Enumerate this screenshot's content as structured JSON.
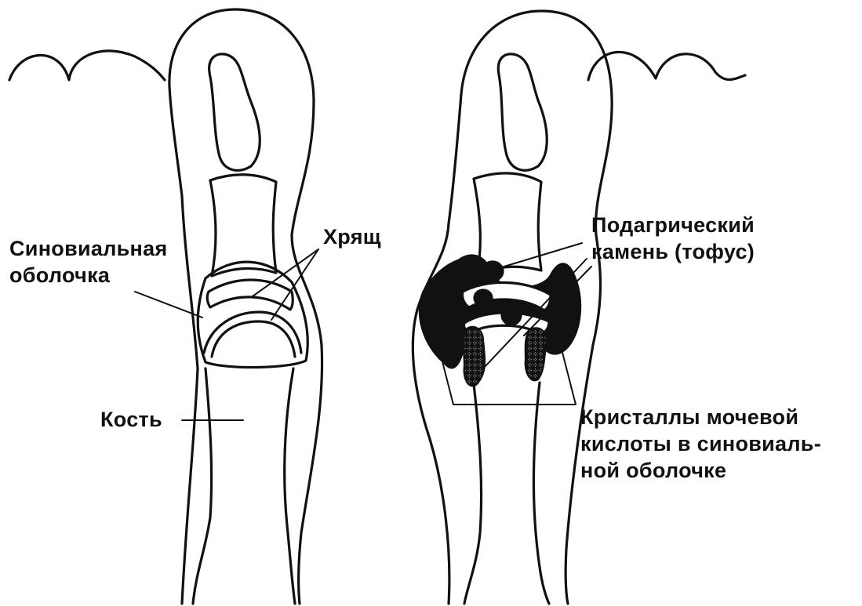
{
  "labels": {
    "synovium": [
      "Синовиальная",
      "оболочка"
    ],
    "cartilage": "Хрящ",
    "bone": "Кость",
    "tophus": [
      "Подагрический",
      "камень (тофус)"
    ],
    "crystals": [
      "Кристаллы мочевой",
      "кислоты в синовиаль-",
      "ной оболочке"
    ]
  },
  "colors": {
    "ink": "#111111",
    "background": "#ffffff"
  }
}
